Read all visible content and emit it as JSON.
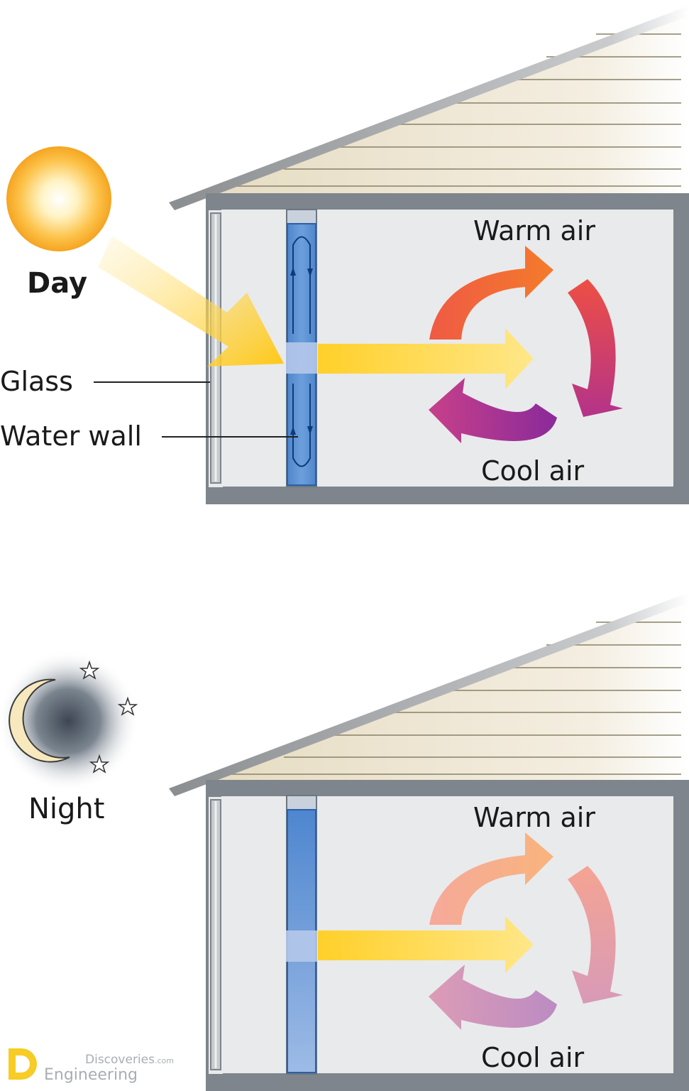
{
  "day": {
    "label": "Day",
    "glass_label": "Glass",
    "water_wall_label": "Water wall",
    "warm_air_label": "Warm air",
    "cool_air_label": "Cool air"
  },
  "night": {
    "label": "Night",
    "warm_air_label": "Warm air",
    "cool_air_label": "Cool air"
  },
  "watermark": {
    "line1": "Discoveries",
    "line1_suffix": ".com",
    "line2": "Engineering"
  },
  "colors": {
    "sun": "#f7b733",
    "sunbeam": "#ffd43b",
    "water": "#5b8fd0",
    "frame": "#7e858c",
    "interior": "#e9eaec",
    "siding": "#efe7d2",
    "warm": "#f06b2a",
    "cool": "#8a2a9a",
    "moon": "#f7e9bd"
  },
  "icons": [
    "sun-icon",
    "moon-icon",
    "star-icon",
    "circulation-arrow-icon",
    "watermark-logo-icon"
  ]
}
